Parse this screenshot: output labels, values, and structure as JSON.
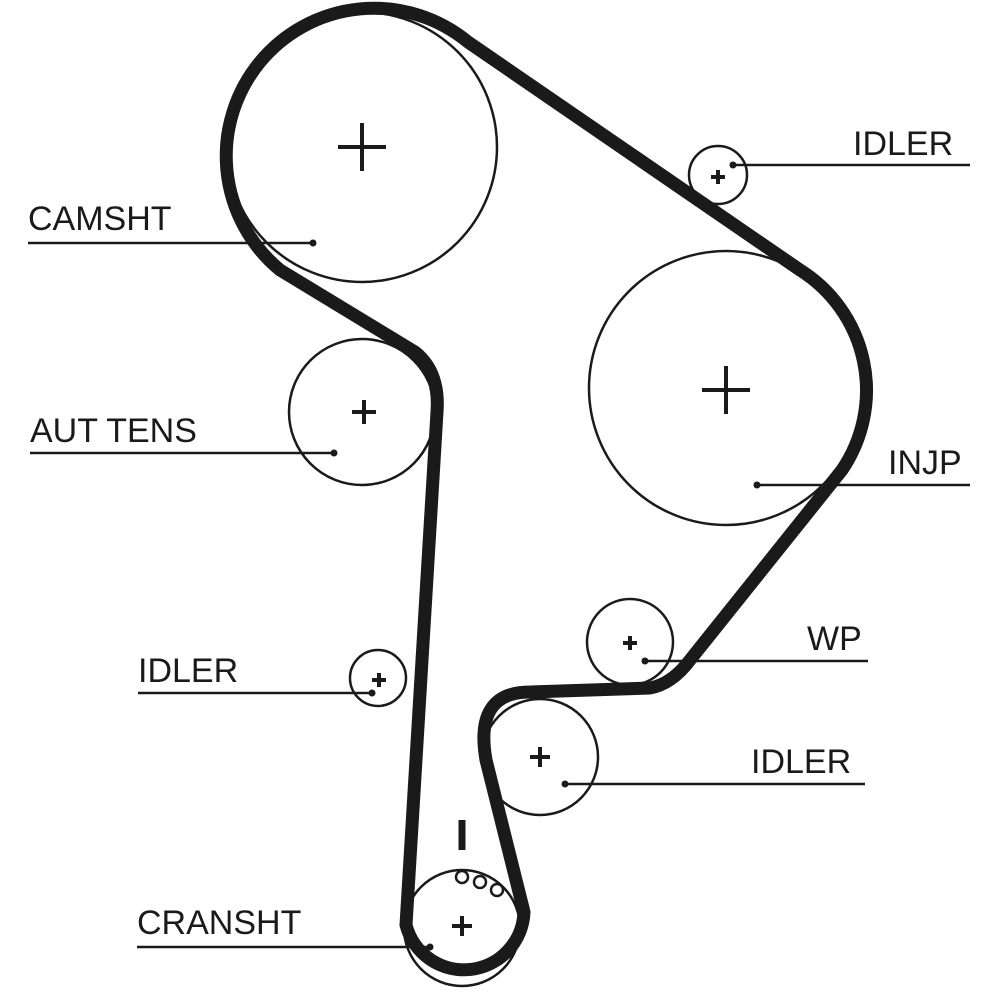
{
  "labels": {
    "camshaft": "CAMSHT",
    "auto_tensioner": "AUT TENS",
    "idler_left": "IDLER",
    "crankshaft": "CRANSHT",
    "idler_top_right": "IDLER",
    "injection_pump": "INJP",
    "water_pump": "WP",
    "idler_lower_right": "IDLER"
  },
  "colors": {
    "ink": "#1a1a1a",
    "background": "#ffffff"
  }
}
